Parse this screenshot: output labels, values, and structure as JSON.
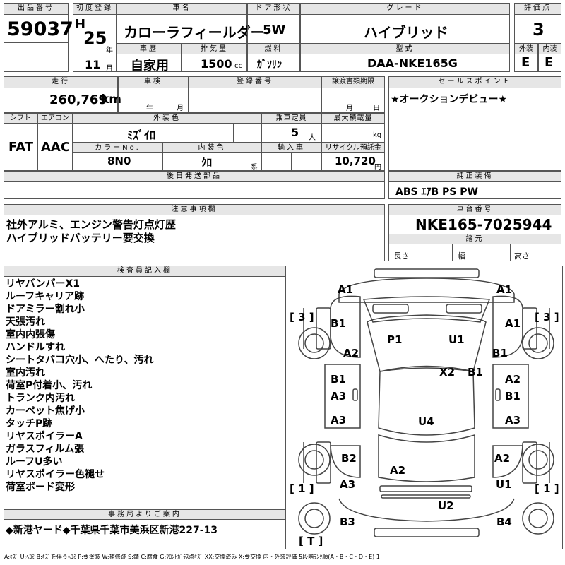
{
  "header": {
    "lot_no_label": "出品番号",
    "lot_no": "59037",
    "first_reg_label": "初度登録",
    "era": "H",
    "first_reg_year": "25",
    "year_unit": "年",
    "first_reg_month": "11",
    "month_unit": "月",
    "model_label": "車名",
    "model": "カローラフィールダー",
    "door_label": "ドア形状",
    "door": "5W",
    "grade_label": "グレード",
    "grade": "ハイブリッド",
    "score_label": "評価点",
    "score": "3",
    "history_label": "車歴",
    "history": "自家用",
    "displacement_label": "排気量",
    "displacement": "1500",
    "displacement_unit": "cc",
    "fuel_label": "燃料",
    "fuel": "ｶﾞｿﾘﾝ",
    "type_label": "型式",
    "type": "DAA-NKE165G",
    "exterior_label": "外装",
    "exterior": "E",
    "interior_label": "内装",
    "interior": "E"
  },
  "row2": {
    "mileage_label": "走行",
    "mileage": "260,769",
    "mileage_unit": "km",
    "inspection_label": "車検",
    "year_unit": "年",
    "month_unit": "月",
    "reg_no_label": "登録番号",
    "transfer_label": "譲渡書類期限",
    "day_unit": "日",
    "shift_label": "シフト",
    "shift": "FAT",
    "ac_label": "エアコン",
    "ac": "AAC",
    "color_label": "外装色",
    "color": "ﾐｽﾞｲﾛ",
    "capacity_label": "乗車定員",
    "capacity": "5",
    "capacity_unit": "人",
    "load_label": "最大積載量",
    "load_unit": "kg",
    "color_no_label": "カラーNo.",
    "color_no": "8N0",
    "int_color_label": "内装色",
    "int_color": "ｸﾛ",
    "int_color_unit": "系",
    "import_label": "輸入車",
    "recycle_label": "リサイクル預託金",
    "recycle": "10,720",
    "recycle_unit": "円",
    "post_parts_label": "後日発送部品"
  },
  "sales": {
    "label": "セールスポイント",
    "text": "★オークションデビュー★"
  },
  "equipment": {
    "label": "純正装備",
    "text": "ABS ｴｱB PS PW"
  },
  "caution": {
    "label": "注意事項欄",
    "lines": [
      "社外アルミ、エンジン警告灯点灯歴",
      "ハイブリッドバッテリー要交換"
    ]
  },
  "chassis": {
    "label": "車台番号",
    "number": "NKE165-7025944",
    "dims_label": "諸元",
    "length": "長さ",
    "width": "幅",
    "height": "高さ"
  },
  "inspector": {
    "label": "検査員記入欄",
    "lines": [
      "リヤバンパーX1",
      "ルーフキャリア跡",
      "ドアミラー割れ小",
      "天張汚れ",
      "室内内張傷",
      "ハンドルすれ",
      "シートタバコ穴小、へたり、汚れ",
      "室内汚れ",
      "荷室P付着小、汚れ",
      "トランク内汚れ",
      "カーペット焦げ小",
      "タッチP跡",
      "リヤスポイラーA",
      "ガラスフィルム張",
      "ルーフU多い",
      "リヤスポイラー色褪せ",
      "荷室ボード変形"
    ]
  },
  "office": {
    "label": "事務局よりご案内",
    "text": "◆新港ヤード◆千葉県千葉市美浜区新港227-13"
  },
  "diagram": {
    "brackets": {
      "tl": "[ 3 ]",
      "tr": "[ 3 ]",
      "bl": "[ 1 ]",
      "br": "[ 1 ]",
      "bottom": "[ T ]"
    },
    "marks": {
      "front_l": "A1",
      "front_r": "A1",
      "fender_l": "B1",
      "fender_r": "A1",
      "door_fl": "A2",
      "door_fr": "B1",
      "hood_p1": "P1",
      "hood_u1": "U1",
      "roof_x2": "X2",
      "roof_b1": "B1",
      "door_rl_b1": "B1",
      "door_rl_a3": "A3",
      "door_rr_a2": "A2",
      "door_rr_b1": "B1",
      "qtr_l": "A3",
      "qtr_r": "A3",
      "roof_u4": "U4",
      "rear_l_b2": "B2",
      "rear_l_a3": "A3",
      "rear_a2": "A2",
      "rear_r_a2": "A2",
      "rear_r_u1": "U1",
      "bumper_u2": "U2",
      "bumper_b3": "B3",
      "bumper_b4": "B4"
    }
  },
  "legend": "A:ｷｽﾞ U:ﾍｺﾐ B:ｷｽﾞを伴うﾍｺﾐ P:要塗装 W:補修跡 S:錆 C:腐食 G:ﾌﾛﾝﾄｶﾞﾗｽ点ｷｽﾞ XX:交換済み X:要交換 内・外装評価 5段階ﾗﾝｸ順(A・B・C・D・E) 1"
}
